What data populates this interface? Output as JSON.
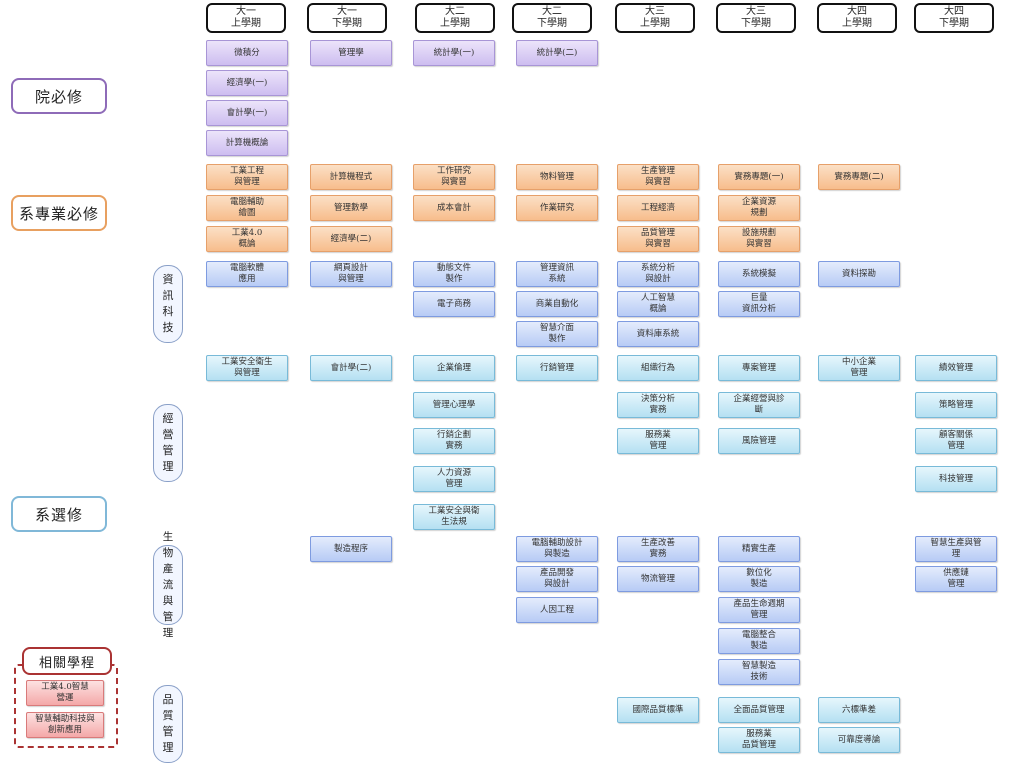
{
  "semesters": [
    [
      "大一",
      "上學期"
    ],
    [
      "大一",
      "下學期"
    ],
    [
      "大二",
      "上學期"
    ],
    [
      "大二",
      "下學期"
    ],
    [
      "大三",
      "上學期"
    ],
    [
      "大三",
      "下學期"
    ],
    [
      "大四",
      "上學期"
    ],
    [
      "大四",
      "下學期"
    ]
  ],
  "categories": {
    "college_required": "院必修",
    "dept_required": "系專業必修",
    "dept_elective": "系選修",
    "programs": "相關學程"
  },
  "elective_groups": [
    "資訊科技",
    "經營管理",
    "生物產流與管理",
    "品質管理"
  ],
  "colors": {
    "purple": "#cdbdf0",
    "orange": "#f7bd8c",
    "blue": "#b7cbf5",
    "cyan": "#b5e0f2",
    "pink": "#f4a8a8"
  },
  "courses": [
    {
      "col": 0,
      "row": "r1",
      "type": "purple",
      "text": "微積分"
    },
    {
      "col": 0,
      "row": "r2",
      "type": "purple",
      "text": "經濟學(一)"
    },
    {
      "col": 0,
      "row": "r3",
      "type": "purple",
      "text": "會計學(一)"
    },
    {
      "col": 0,
      "row": "r4",
      "type": "purple",
      "text": "計算機概論"
    },
    {
      "col": 1,
      "row": "r1",
      "type": "purple",
      "text": "管理學"
    },
    {
      "col": 2,
      "row": "r1",
      "type": "purple",
      "text": "統計學(一)"
    },
    {
      "col": 3,
      "row": "r1",
      "type": "purple",
      "text": "統計學(二)"
    },
    {
      "col": 0,
      "row": "o1",
      "type": "orange",
      "text": "工業工程\n與管理"
    },
    {
      "col": 0,
      "row": "o2",
      "type": "orange",
      "text": "電腦輔助\n繪圖"
    },
    {
      "col": 0,
      "row": "o3",
      "type": "orange",
      "text": "工業4.0\n概論"
    },
    {
      "col": 1,
      "row": "o1",
      "type": "orange",
      "text": "計算機程式"
    },
    {
      "col": 1,
      "row": "o2",
      "type": "orange",
      "text": "管理數學"
    },
    {
      "col": 1,
      "row": "o3",
      "type": "orange",
      "text": "經濟學(二)"
    },
    {
      "col": 2,
      "row": "o1",
      "type": "orange",
      "text": "工作研究\n與實習"
    },
    {
      "col": 2,
      "row": "o2",
      "type": "orange",
      "text": "成本會計"
    },
    {
      "col": 3,
      "row": "o1",
      "type": "orange",
      "text": "物料管理"
    },
    {
      "col": 3,
      "row": "o2",
      "type": "orange",
      "text": "作業研究"
    },
    {
      "col": 4,
      "row": "o1",
      "type": "orange",
      "text": "生產管理\n與實習"
    },
    {
      "col": 4,
      "row": "o2",
      "type": "orange",
      "text": "工程經濟"
    },
    {
      "col": 4,
      "row": "o3",
      "type": "orange",
      "text": "品質管理\n與實習"
    },
    {
      "col": 5,
      "row": "o1",
      "type": "orange",
      "text": "實務專題(一)"
    },
    {
      "col": 5,
      "row": "o2",
      "type": "orange",
      "text": "企業資源\n規劃"
    },
    {
      "col": 5,
      "row": "o3",
      "type": "orange",
      "text": "設施規劃\n與實習"
    },
    {
      "col": 6,
      "row": "o1",
      "type": "orange",
      "text": "實務專題(二)"
    },
    {
      "col": 0,
      "row": "b1",
      "type": "blue",
      "text": "電腦軟體\n應用"
    },
    {
      "col": 1,
      "row": "b1",
      "type": "blue",
      "text": "網頁設計\n與管理"
    },
    {
      "col": 2,
      "row": "b1",
      "type": "blue",
      "text": "動態文件\n製作"
    },
    {
      "col": 2,
      "row": "b2",
      "type": "blue",
      "text": "電子商務"
    },
    {
      "col": 3,
      "row": "b1",
      "type": "blue",
      "text": "管理資訊\n系統"
    },
    {
      "col": 3,
      "row": "b2",
      "type": "blue",
      "text": "商業自動化"
    },
    {
      "col": 3,
      "row": "b3",
      "type": "blue",
      "text": "智慧介面\n製作"
    },
    {
      "col": 4,
      "row": "b1",
      "type": "blue",
      "text": "系統分析\n與設計"
    },
    {
      "col": 4,
      "row": "b2",
      "type": "blue",
      "text": "人工智慧\n概論"
    },
    {
      "col": 4,
      "row": "b3",
      "type": "blue",
      "text": "資料庫系統"
    },
    {
      "col": 5,
      "row": "b1",
      "type": "blue",
      "text": "系統模擬"
    },
    {
      "col": 5,
      "row": "b2",
      "type": "blue",
      "text": "巨量\n資訊分析"
    },
    {
      "col": 6,
      "row": "b1",
      "type": "blue",
      "text": "資料探勘"
    },
    {
      "col": 0,
      "row": "m1",
      "type": "cyan",
      "text": "工業安全衛生\n與管理"
    },
    {
      "col": 1,
      "row": "m1",
      "type": "cyan",
      "text": "會計學(二)"
    },
    {
      "col": 2,
      "row": "m1",
      "type": "cyan",
      "text": "企業倫理"
    },
    {
      "col": 2,
      "row": "m2",
      "type": "cyan",
      "text": "管理心理學"
    },
    {
      "col": 2,
      "row": "m3",
      "type": "cyan",
      "text": "行銷企劃\n實務"
    },
    {
      "col": 2,
      "row": "m4",
      "type": "cyan",
      "text": "人力資源\n管理"
    },
    {
      "col": 2,
      "row": "m5",
      "type": "cyan",
      "text": "工業安全與衛\n生法規"
    },
    {
      "col": 3,
      "row": "m1",
      "type": "cyan",
      "text": "行銷管理"
    },
    {
      "col": 4,
      "row": "m1",
      "type": "cyan",
      "text": "組織行為"
    },
    {
      "col": 4,
      "row": "m2",
      "type": "cyan",
      "text": "決策分析\n實務"
    },
    {
      "col": 4,
      "row": "m3",
      "type": "cyan",
      "text": "服務業\n管理"
    },
    {
      "col": 5,
      "row": "m1",
      "type": "cyan",
      "text": "專案管理"
    },
    {
      "col": 5,
      "row": "m2",
      "type": "cyan",
      "text": "企業經營與診\n斷"
    },
    {
      "col": 5,
      "row": "m3",
      "type": "cyan",
      "text": "風險管理"
    },
    {
      "col": 6,
      "row": "m1",
      "type": "cyan",
      "text": "中小企業\n管理"
    },
    {
      "col": 7,
      "row": "m1",
      "type": "cyan",
      "text": "績效管理"
    },
    {
      "col": 7,
      "row": "m2",
      "type": "cyan",
      "text": "策略管理"
    },
    {
      "col": 7,
      "row": "m3",
      "type": "cyan",
      "text": "顧客關係\n管理"
    },
    {
      "col": 7,
      "row": "m4",
      "type": "cyan",
      "text": "科技管理"
    },
    {
      "col": 1,
      "row": "p1",
      "type": "blue",
      "text": "製造程序"
    },
    {
      "col": 3,
      "row": "p1",
      "type": "blue",
      "text": "電腦輔助設計\n與製造"
    },
    {
      "col": 3,
      "row": "p2",
      "type": "blue",
      "text": "產品開發\n與設計"
    },
    {
      "col": 3,
      "row": "p3",
      "type": "blue",
      "text": "人因工程"
    },
    {
      "col": 4,
      "row": "p1",
      "type": "blue",
      "text": "生產改善\n實務"
    },
    {
      "col": 4,
      "row": "p2",
      "type": "blue",
      "text": "物流管理"
    },
    {
      "col": 5,
      "row": "p1",
      "type": "blue",
      "text": "精實生產"
    },
    {
      "col": 5,
      "row": "p2",
      "type": "blue",
      "text": "數位化\n製造"
    },
    {
      "col": 5,
      "row": "p3",
      "type": "blue",
      "text": "產品生命週期\n管理"
    },
    {
      "col": 5,
      "row": "p4",
      "type": "blue",
      "text": "電腦整合\n製造"
    },
    {
      "col": 5,
      "row": "p5",
      "type": "blue",
      "text": "智慧製造\n技術"
    },
    {
      "col": 7,
      "row": "p1",
      "type": "blue",
      "text": "智慧生產與管\n理"
    },
    {
      "col": 7,
      "row": "p2",
      "type": "blue",
      "text": "供應鏈\n管理"
    },
    {
      "col": 4,
      "row": "q1",
      "type": "cyan",
      "text": "國際品質標準"
    },
    {
      "col": 5,
      "row": "q1",
      "type": "cyan",
      "text": "全面品質管理"
    },
    {
      "col": 5,
      "row": "q2",
      "type": "cyan",
      "text": "服務業\n品質管理"
    },
    {
      "col": 6,
      "row": "q1",
      "type": "cyan",
      "text": "六標準差"
    },
    {
      "col": 6,
      "row": "q2",
      "type": "cyan",
      "text": "可靠度導論"
    }
  ],
  "programs": [
    "工業4.0智慧\n營運",
    "智慧輔助科技與\n創新應用"
  ]
}
